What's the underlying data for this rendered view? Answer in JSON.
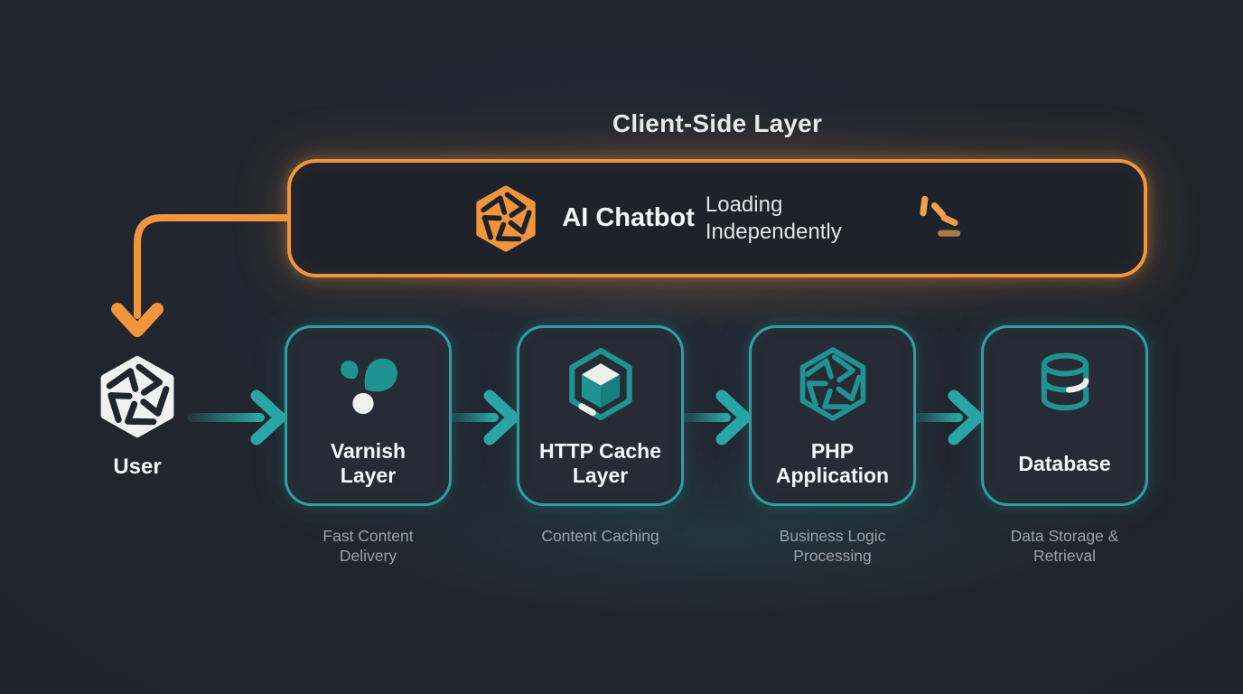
{
  "client_side": {
    "title": "Client-Side Layer",
    "chatbot": {
      "name": "AI Chatbot",
      "status": "Loading\nIndependently",
      "icon": "aperture-hexagon-icon",
      "activity_icon": "spark-burst-icon"
    }
  },
  "user": {
    "label": "User",
    "icon": "aperture-hexagon-icon"
  },
  "pipeline": [
    {
      "label": "Varnish\nLayer",
      "caption": "Fast Content\nDelivery",
      "icon": "varnish-drops-icon"
    },
    {
      "label": "HTTP Cache\nLayer",
      "caption": "Content Caching",
      "icon": "package-cube-icon"
    },
    {
      "label": "PHP\nApplication",
      "caption": "Business Logic\nProcessing",
      "icon": "aperture-hexagon-outline-icon"
    },
    {
      "label": "Database",
      "caption": "Data Storage &\nRetrieval",
      "icon": "database-cylinder-icon"
    }
  ],
  "colors": {
    "background": "#21252D",
    "node_fill": "#262B35",
    "chatbot_fill": "#1E232B",
    "accent_orange": "#F0953C",
    "accent_teal": "#2BA1A1",
    "icon_teal": "#1F9391",
    "icon_white": "#F1F2F0",
    "text_primary": "#F4F6F7",
    "text_muted": "#99A1A8"
  }
}
